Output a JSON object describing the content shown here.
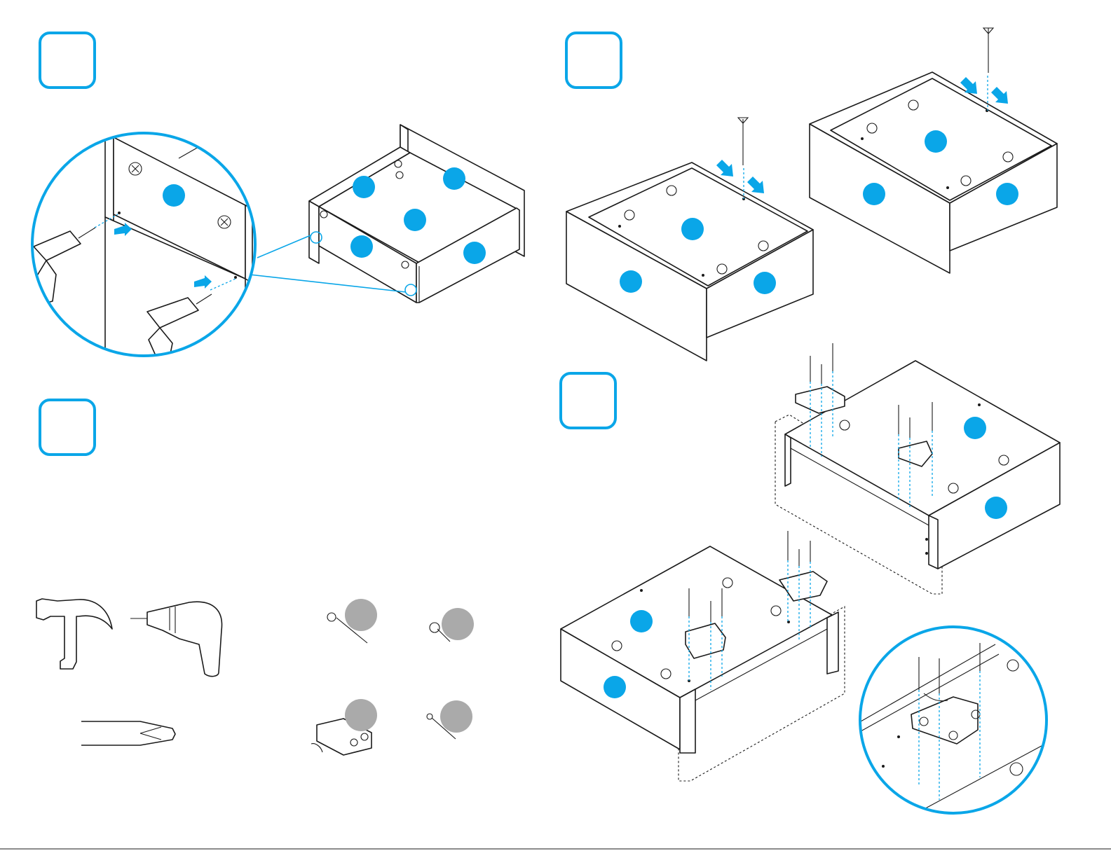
{
  "page": {
    "background": "#ffffff"
  },
  "colors": {
    "accent": "#0aa6e8",
    "ink": "#1a1a1a",
    "hardware_badge": "#aaaaaa"
  },
  "steps": [
    {
      "id": "step-1",
      "number": ""
    },
    {
      "id": "step-2",
      "number": ""
    },
    {
      "id": "step-3",
      "number": ""
    },
    {
      "id": "step-4",
      "number": ""
    }
  ],
  "tools": [
    "hammer-icon",
    "electric-drill-icon",
    "screwdriver-icon"
  ],
  "hardware": [
    {
      "id": "long-screw",
      "icon": "long-screw-icon",
      "label": ""
    },
    {
      "id": "short-screw",
      "icon": "short-screw-icon",
      "label": ""
    },
    {
      "id": "slide-clip",
      "icon": "slide-clip-icon",
      "label": ""
    },
    {
      "id": "small-screw",
      "icon": "small-screw-icon",
      "label": ""
    }
  ],
  "part_markers_label": "",
  "footer_mark": ""
}
